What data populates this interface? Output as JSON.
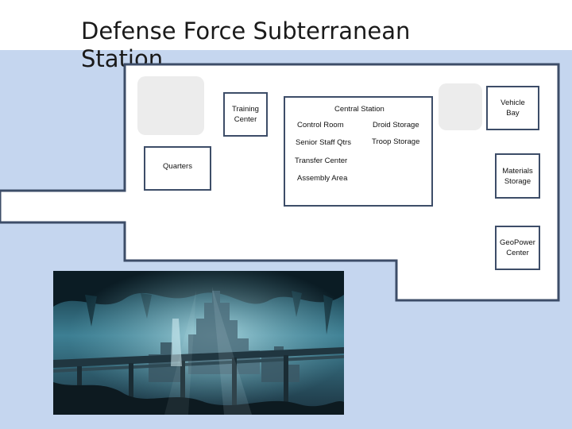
{
  "title": "Defense Force Subterranean Station",
  "rooms": {
    "training_center": "Training\nCenter",
    "quarters": "Quarters",
    "vehicle_bay": "Vehicle\nBay",
    "materials_storage": "Materials\nStorage",
    "geopower_center": "GeoPower\nCenter"
  },
  "central_station": {
    "label": "Central Station",
    "control_room": "Control Room",
    "droid_storage": "Droid Storage",
    "senior_staff_qtrs": "Senior Staff Qtrs",
    "troop_storage": "Troop Storage",
    "transfer_center": "Transfer Center",
    "assembly_area": "Assembly Area"
  },
  "colors": {
    "background_blue": "#c5d6ef",
    "outline": "#3d4d68"
  },
  "image": {
    "subject": "underground-city-illustration"
  }
}
